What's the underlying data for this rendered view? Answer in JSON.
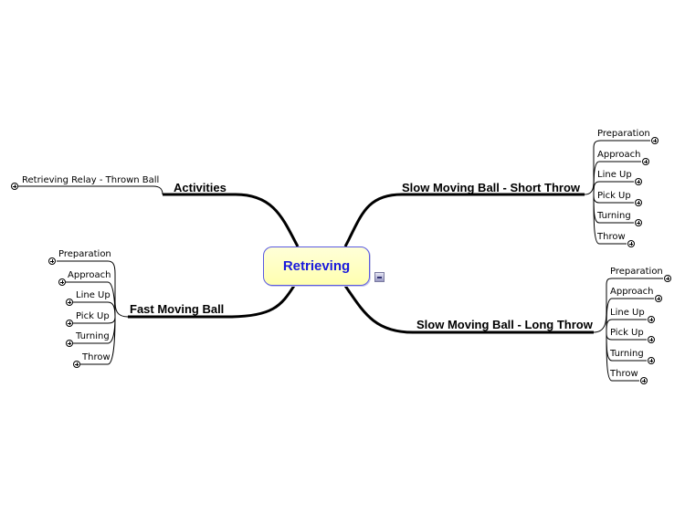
{
  "central": {
    "label": "Retrieving"
  },
  "branches": {
    "activities": {
      "label": "Activities",
      "children": [
        {
          "label": "Retrieving Relay - Thrown Ball"
        }
      ]
    },
    "fast_moving_ball": {
      "label": "Fast Moving Ball",
      "children": [
        {
          "label": "Preparation"
        },
        {
          "label": "Approach"
        },
        {
          "label": "Line Up"
        },
        {
          "label": "Pick Up"
        },
        {
          "label": "Turning"
        },
        {
          "label": "Throw"
        }
      ]
    },
    "slow_short_throw": {
      "label": "Slow Moving Ball - Short Throw",
      "children": [
        {
          "label": "Preparation"
        },
        {
          "label": "Approach"
        },
        {
          "label": "Line Up"
        },
        {
          "label": "Pick Up"
        },
        {
          "label": "Turning"
        },
        {
          "label": "Throw"
        }
      ]
    },
    "slow_long_throw": {
      "label": "Slow Moving Ball - Long Throw",
      "children": [
        {
          "label": "Preparation"
        },
        {
          "label": "Approach"
        },
        {
          "label": "Line Up"
        },
        {
          "label": "Pick Up"
        },
        {
          "label": "Turning"
        },
        {
          "label": "Throw"
        }
      ]
    }
  },
  "colors": {
    "central_border": "#5a5ae0",
    "central_fill": "#ffffc0",
    "central_text": "#1a1adc",
    "line": "#000000"
  }
}
